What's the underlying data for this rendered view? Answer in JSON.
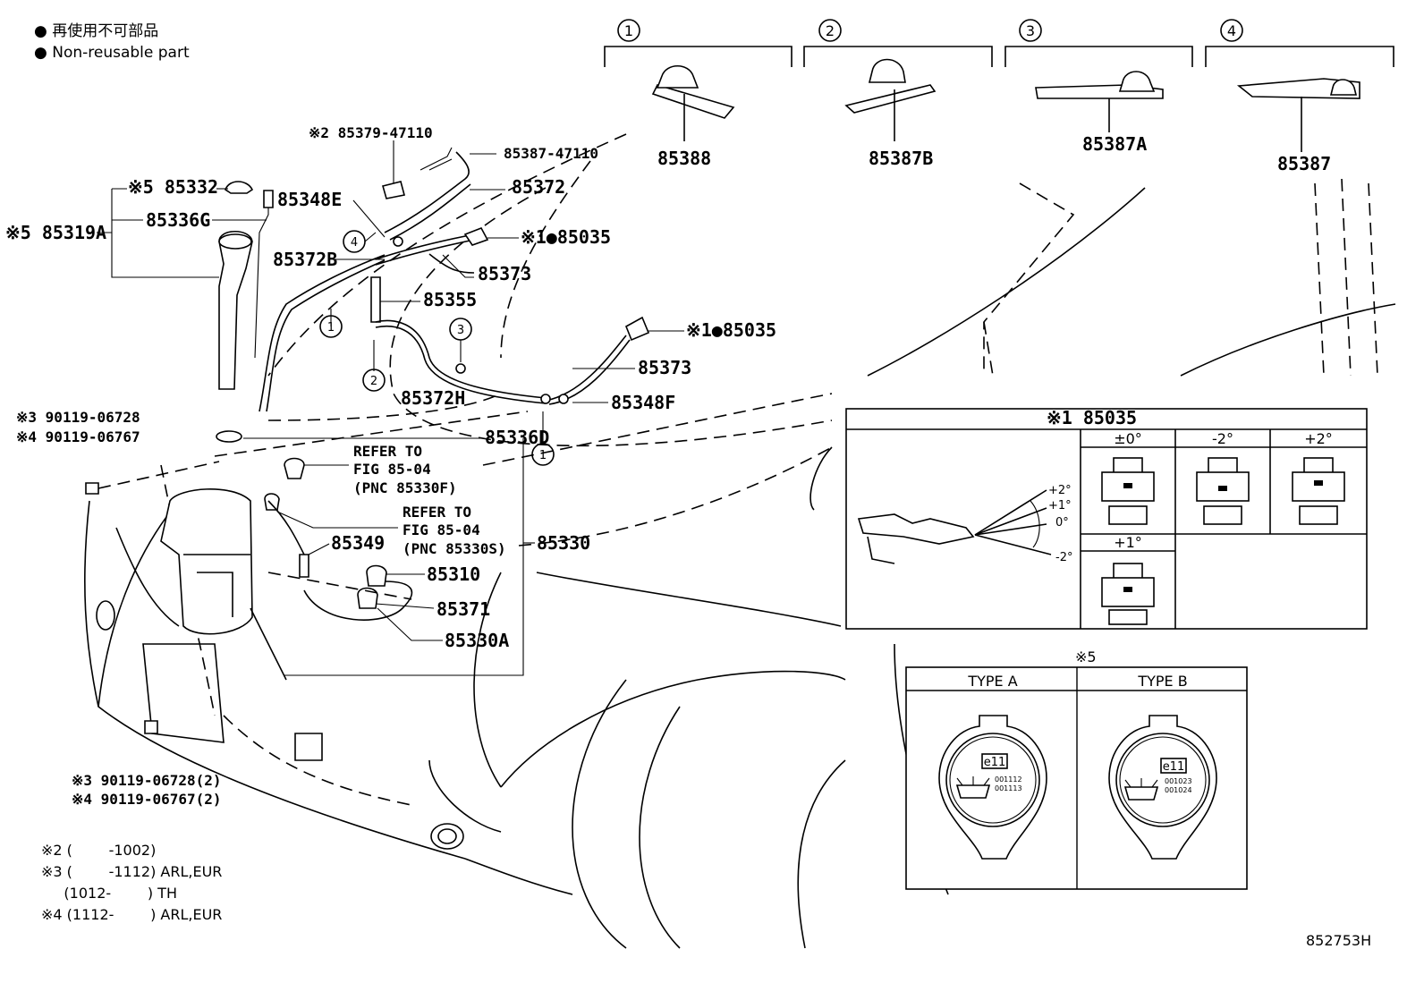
{
  "legend": {
    "line_jp": "● 再使用不可部品",
    "line_en": "● Non-reusable part"
  },
  "callouts": {
    "c1": "1",
    "c2": "2",
    "c3": "3",
    "c4": "4"
  },
  "top_details": [
    {
      "num": "1",
      "part": "85388"
    },
    {
      "num": "2",
      "part": "85387B"
    },
    {
      "num": "3",
      "part": "85387A"
    },
    {
      "num": "4",
      "part": "85387"
    }
  ],
  "labels": {
    "p85379": "※2 85379-47110",
    "p85387_47110": "85387-47110",
    "p85332": "※5 85332",
    "p85348E": "85348E",
    "p85372": "85372",
    "p85336G": "85336G",
    "p85319A": "※5 85319A",
    "p85035_top": "※1●85035",
    "p85372B": "85372B",
    "p85373_top": "85373",
    "p85355": "85355",
    "p85035_mid": "※1●85035",
    "p85373_mid": "85373",
    "p85372H": "85372H",
    "p85348F": "85348F",
    "p90119_a1": "※3 90119-06728",
    "p90119_a2": "※4 90119-06767",
    "p85336D": "85336D",
    "refer1_l1": "REFER TO",
    "refer1_l2": "FIG 85-04",
    "refer1_l3": "(PNC 85330F)",
    "refer2_l1": "REFER TO",
    "refer2_l2": "FIG 85-04",
    "refer2_l3": "(PNC 85330S)",
    "p85330": "85330",
    "p85349": "85349",
    "p85310": "85310",
    "p85371": "85371",
    "p85330A": "85330A",
    "p90119_b1": "※3 90119-06728(2)",
    "p90119_b2": "※4 90119-06767(2)"
  },
  "footnotes": [
    "※2 (        -1002)",
    "※3 (        -1112) ARL,EUR",
    "     (1012-        ) TH",
    "※4 (1112-        ) ARL,EUR"
  ],
  "nozzle_box": {
    "title": "※1 85035",
    "angles": [
      "±0°",
      "-2°",
      "+2°",
      "+1°"
    ],
    "scale": [
      "+2°",
      "+1°",
      "0°",
      "-2°"
    ]
  },
  "cap_box": {
    "title": "※5",
    "type_a": "TYPE A",
    "type_b": "TYPE B",
    "badge": "e11",
    "code_a": [
      "001112",
      "001113"
    ],
    "code_b": [
      "001023",
      "001024"
    ]
  },
  "figure_code": "852753H"
}
